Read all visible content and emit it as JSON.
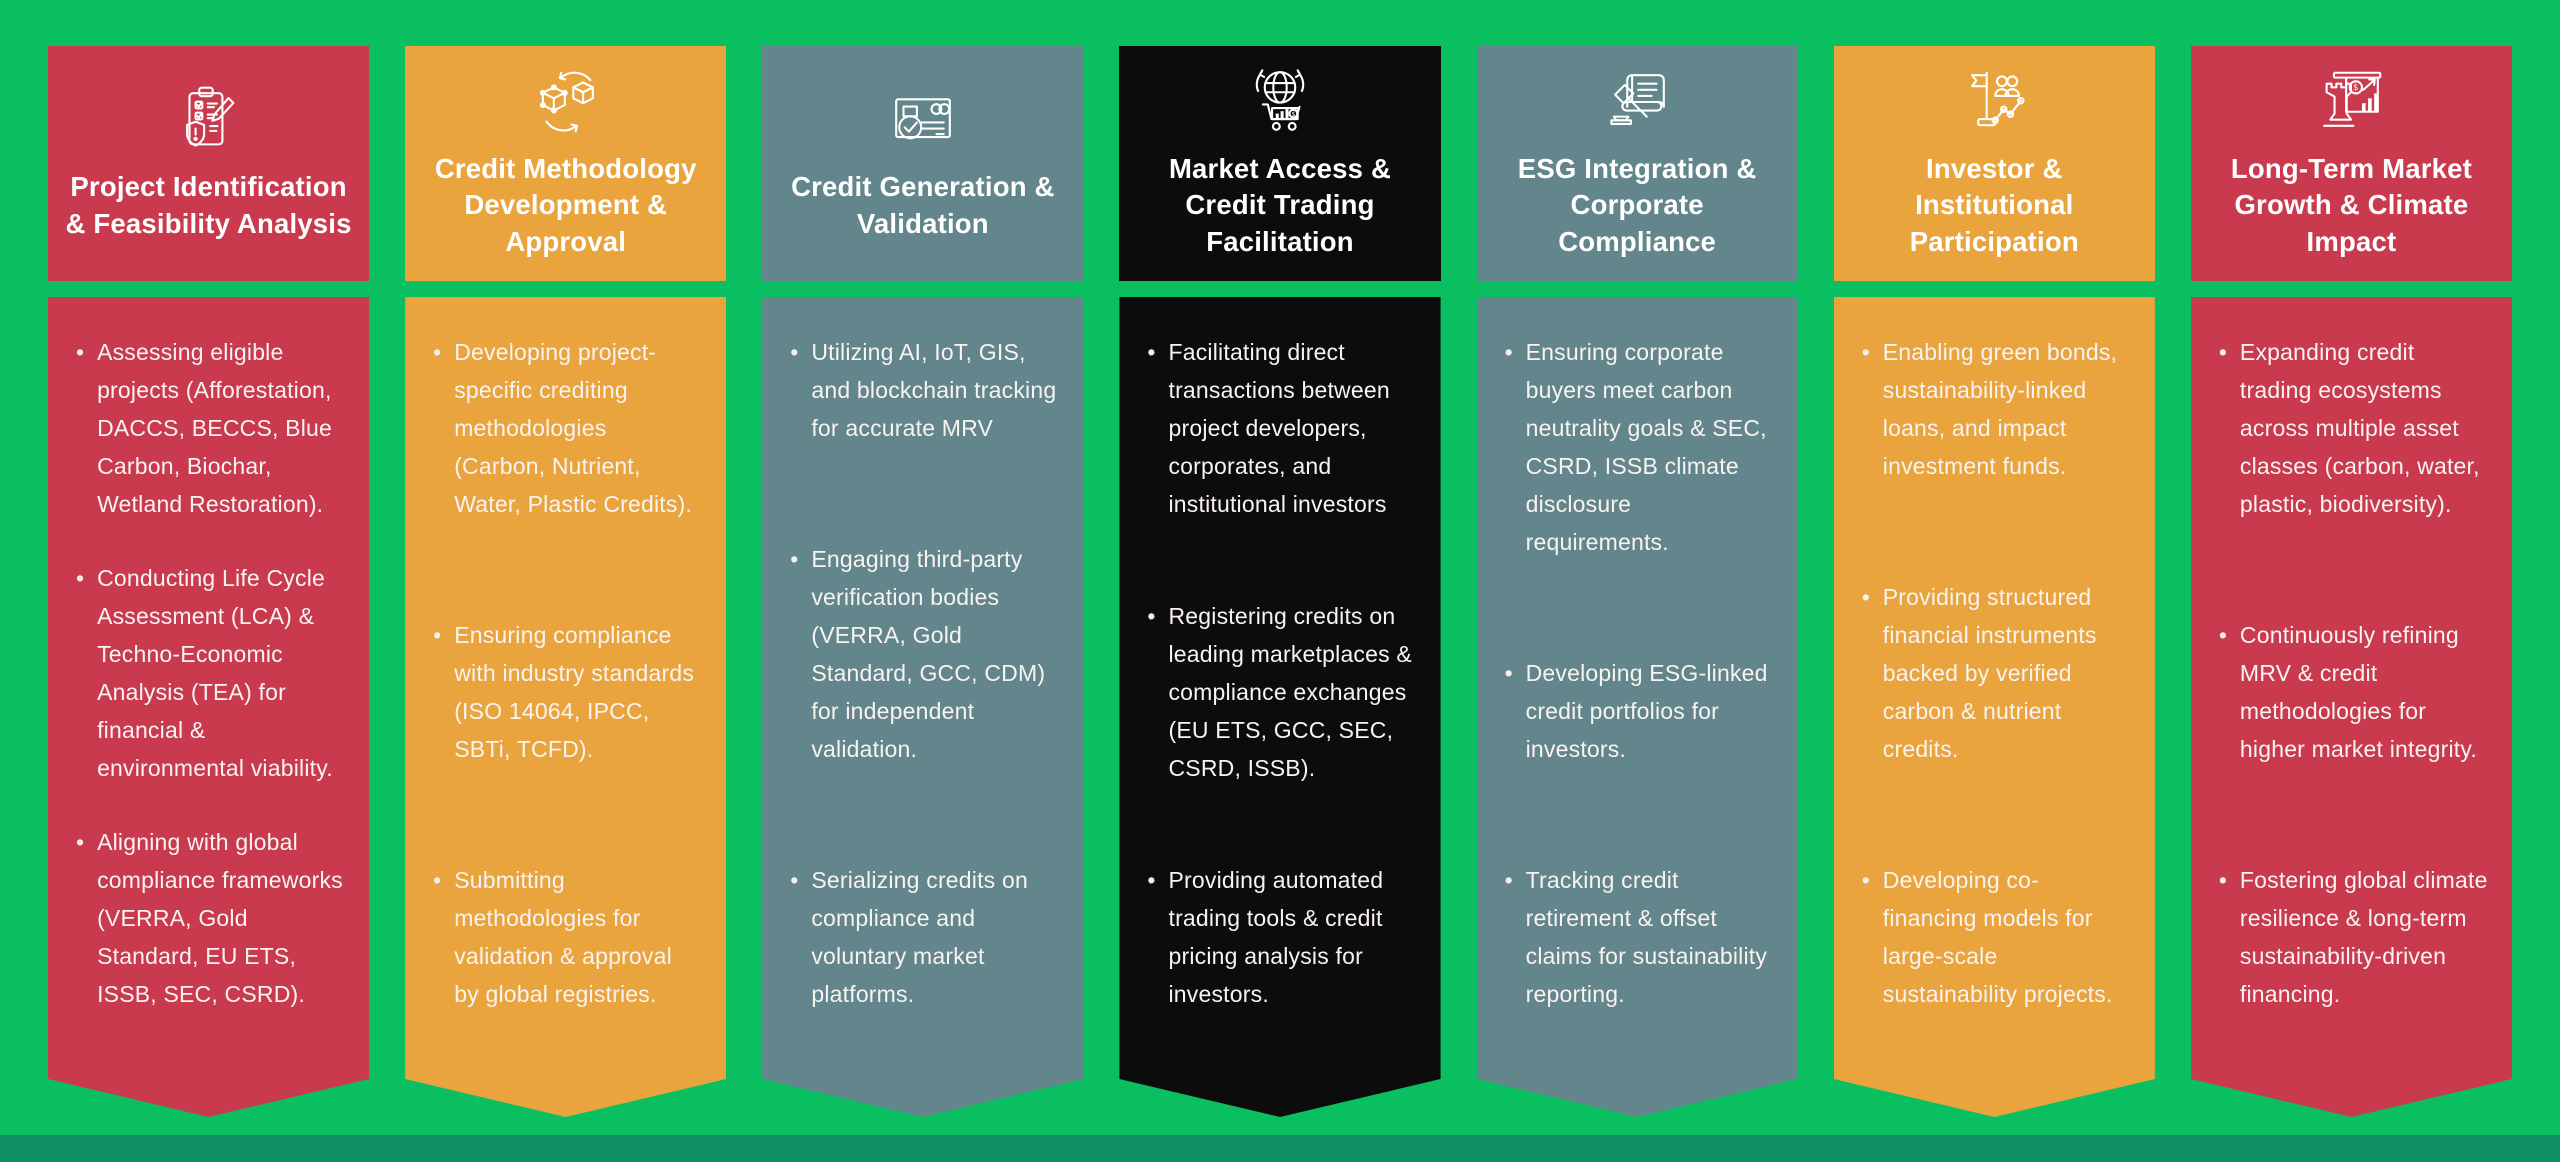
{
  "background_color": "#0abf60",
  "footer": {
    "color": "#0d8f62"
  },
  "palette": {
    "red": "#c93a4e",
    "orange": "#e9a43e",
    "slate": "#62868b",
    "black": "#0c0c0c",
    "text": "#f9f3f1"
  },
  "columns": [
    {
      "id": "project-identification",
      "color": "#c93a4e",
      "icon": "clipboard-checklist-shield-pencil-icon",
      "title": "Project Identification & Feasibility Analysis",
      "bullets": [
        "Assessing eligible projects (Afforestation, DACCS, BECCS, Blue Carbon, Biochar, Wetland Restoration).",
        "Conducting Life Cycle Assessment (LCA) & Techno-Economic Analysis (TEA) for financial & environmental viability.",
        "Aligning with global compliance frameworks (VERRA, Gold Standard, EU ETS, ISSB, SEC, CSRD)."
      ]
    },
    {
      "id": "credit-methodology",
      "color": "#e9a43e",
      "icon": "cubes-cycle-arrows-icon",
      "title": "Credit Methodology Development & Approval",
      "bullets": [
        "Developing project-specific crediting methodologies (Carbon, Nutrient, Water, Plastic Credits).",
        "Ensuring compliance with industry standards (ISO 14064, IPCC, SBTi, TCFD).",
        "Submitting methodologies for validation & approval by global registries."
      ]
    },
    {
      "id": "credit-generation",
      "color": "#62868b",
      "icon": "certificate-checkmark-icon",
      "title": "Credit Generation & Validation",
      "bullets": [
        "Utilizing AI, IoT, GIS, and blockchain tracking for accurate MRV",
        "Engaging third-party verification bodies (VERRA, Gold Standard, GCC, CDM) for independent validation.",
        "Serializing credits on compliance and voluntary market platforms."
      ]
    },
    {
      "id": "market-access",
      "color": "#0c0c0c",
      "icon": "globe-trade-cart-icon",
      "title": "Market Access & Credit Trading Facilitation",
      "bullets": [
        "Facilitating direct transactions between project developers, corporates, and institutional investors",
        "Registering credits on leading marketplaces & compliance exchanges (EU ETS, GCC, SEC, CSRD, ISSB).",
        "Providing automated trading tools & credit pricing analysis for investors."
      ]
    },
    {
      "id": "esg-integration",
      "color": "#62868b",
      "icon": "gavel-document-icon",
      "title": "ESG Integration & Corporate Compliance",
      "bullets": [
        "Ensuring corporate buyers meet carbon neutrality goals & SEC, CSRD, ISSB climate disclosure requirements.",
        "Developing ESG-linked credit portfolios for investors.",
        "Tracking credit retirement & offset claims for sustainability reporting."
      ]
    },
    {
      "id": "investor-participation",
      "color": "#e9a43e",
      "icon": "flag-people-growth-icon",
      "title": "Investor & Institutional Participation",
      "bullets": [
        "Enabling green bonds, sustainability-linked loans, and impact investment funds.",
        "Providing structured financial instruments backed by verified carbon & nutrient credits.",
        "Developing co-financing models for large-scale sustainability projects."
      ]
    },
    {
      "id": "long-term-growth",
      "color": "#c93a4e",
      "icon": "chess-rook-chart-icon",
      "title": "Long-Term Market Growth & Climate Impact",
      "bullets": [
        "Expanding credit trading ecosystems across multiple asset classes (carbon, water, plastic, biodiversity).",
        "Continuously refining MRV & credit methodologies for higher market integrity.",
        "Fostering global climate resilience & long-term sustainability-driven financing."
      ]
    }
  ]
}
